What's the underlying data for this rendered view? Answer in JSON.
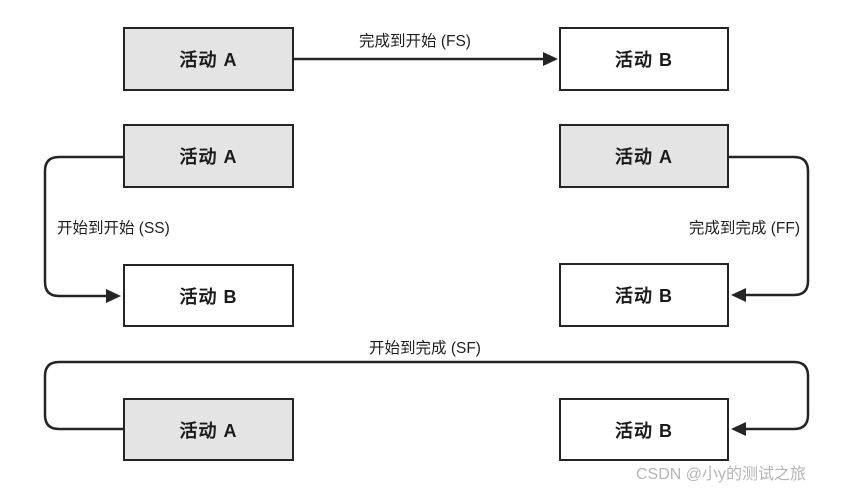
{
  "diagram": {
    "relations": {
      "fs": {
        "label": "完成到开始 (FS)",
        "from": "活动 A",
        "to": "活动 B"
      },
      "ss": {
        "label": "开始到开始 (SS)",
        "from": "活动 A",
        "to": "活动 B"
      },
      "ff": {
        "label": "完成到完成 (FF)",
        "from": "活动 A",
        "to": "活动 B"
      },
      "sf": {
        "label": "开始到完成 (SF)",
        "from": "活动 A",
        "to": "活动 B"
      }
    },
    "watermark": "CSDN @小y的测试之旅",
    "colors": {
      "activity_a_fill": "#e4e4e4",
      "activity_b_fill": "#ffffff",
      "connector_stroke": "#242424",
      "label_text": "#1f1f1f",
      "watermark_text": "#b5b5b5"
    }
  }
}
